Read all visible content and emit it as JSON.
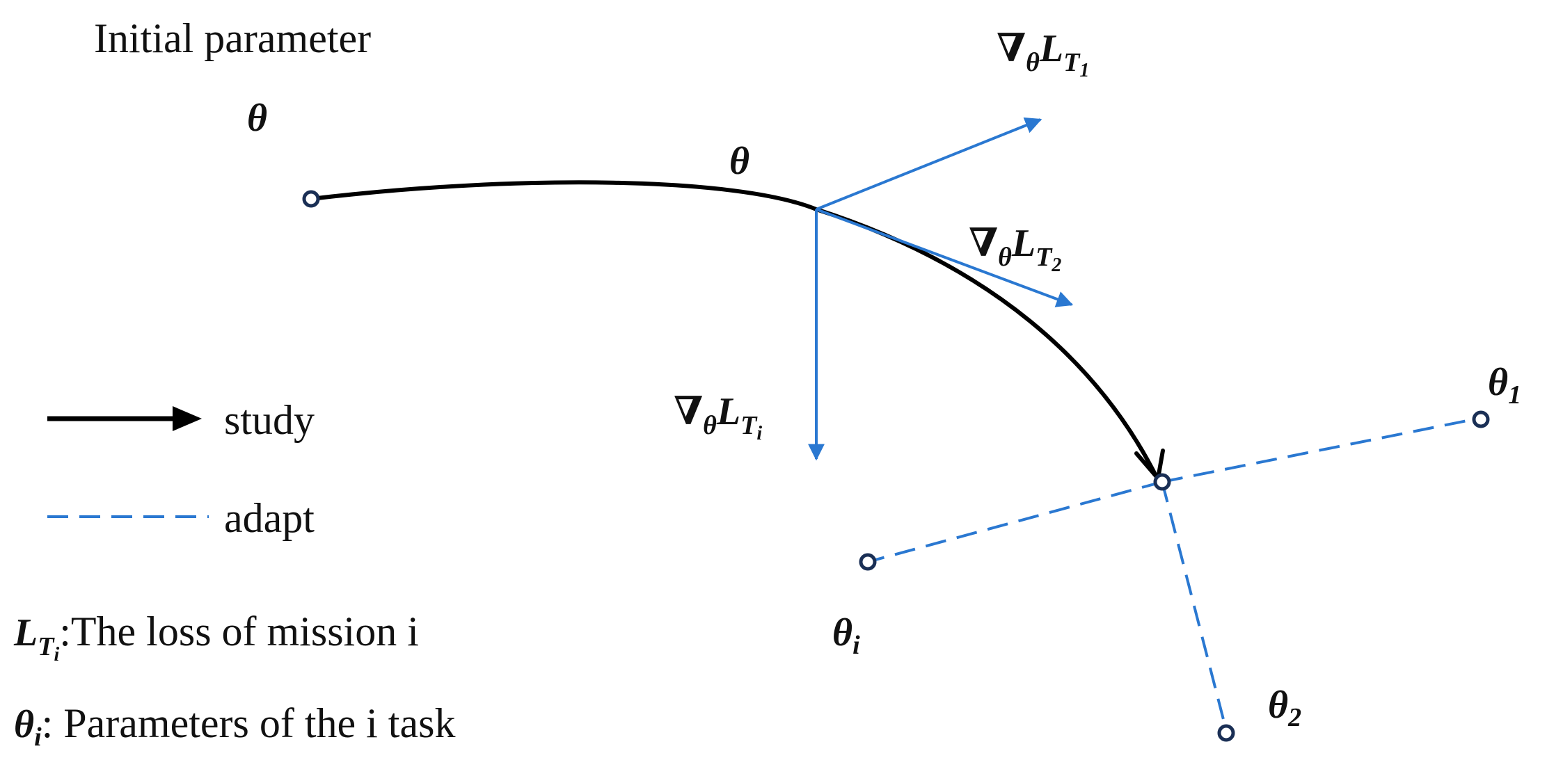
{
  "header": {
    "initial_label": "Initial parameter"
  },
  "math": {
    "theta": "θ",
    "nabla": "∇",
    "L": "L",
    "T": "T",
    "sub_1": "1",
    "sub_2": "2",
    "sub_i": "i"
  },
  "legend": {
    "study_label": "study",
    "adapt_label": "adapt"
  },
  "notes": {
    "loss_text": ":The loss of mission i",
    "params_text": ": Parameters of the i task"
  },
  "colors": {
    "study": "#000000",
    "adapt": "#2a78d1",
    "gradient": "#2a78d1",
    "node": "#1a2f55"
  }
}
